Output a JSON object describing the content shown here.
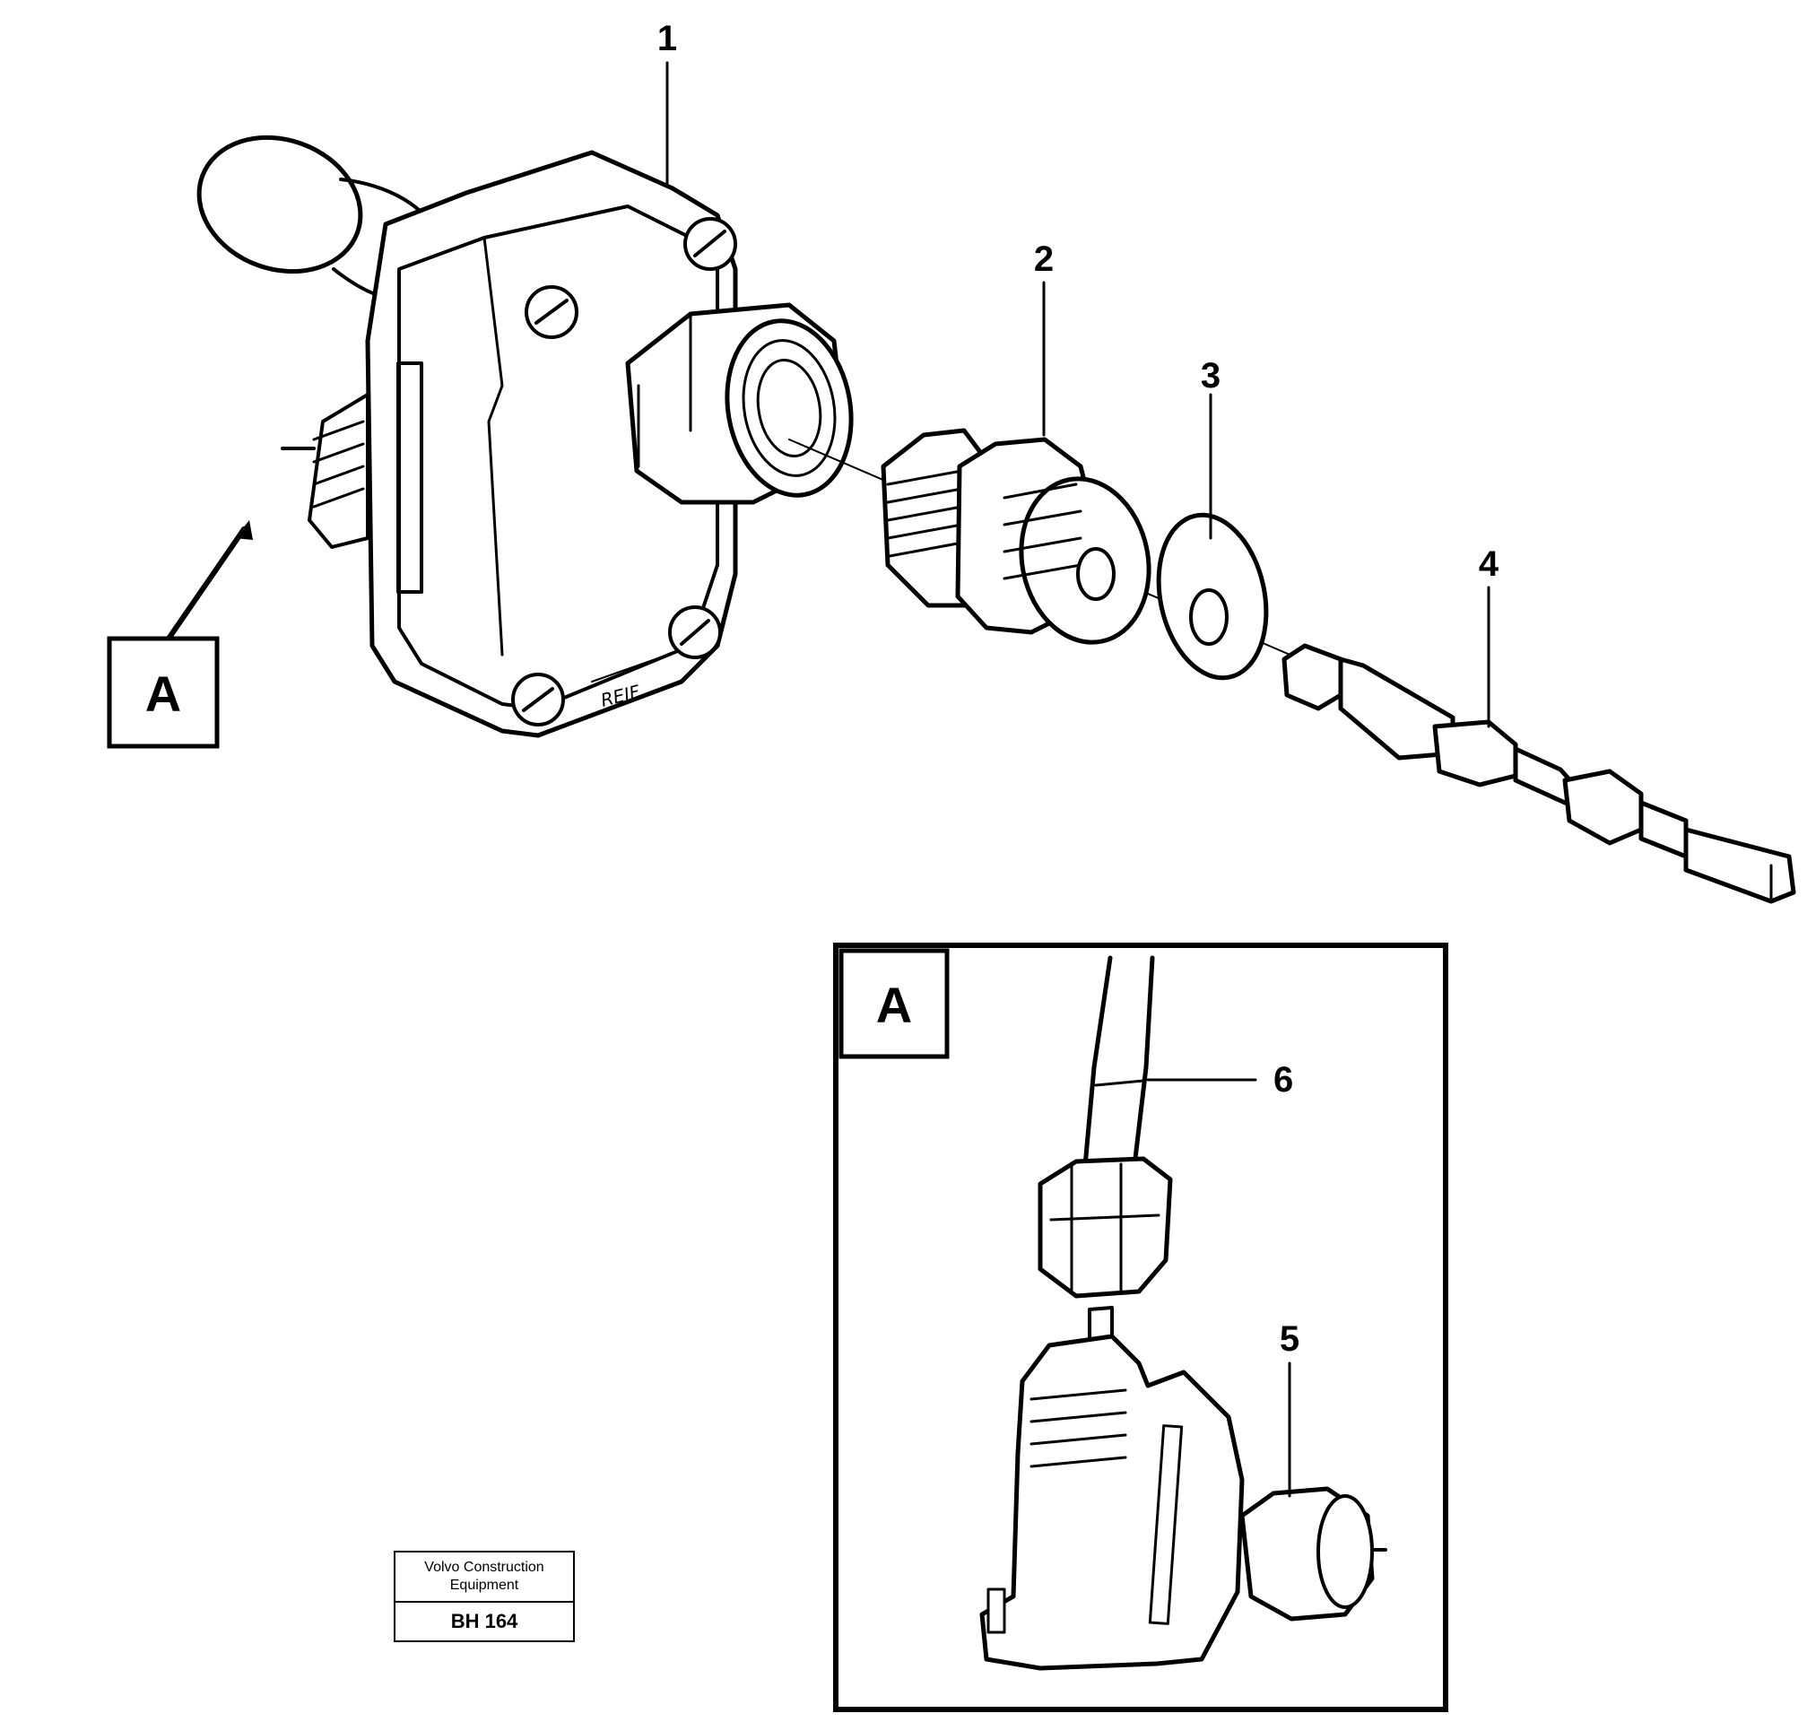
{
  "callouts": {
    "part_1": "1",
    "part_2": "2",
    "part_3": "3",
    "part_4": "4",
    "part_5": "5",
    "part_6": "6"
  },
  "view_marker": {
    "label": "A"
  },
  "detail_view": {
    "label": "A"
  },
  "housing_marking": "REIF",
  "reference_box": {
    "title_line1": "Volvo Construction",
    "title_line2": "Equipment",
    "code": "BH 164"
  }
}
